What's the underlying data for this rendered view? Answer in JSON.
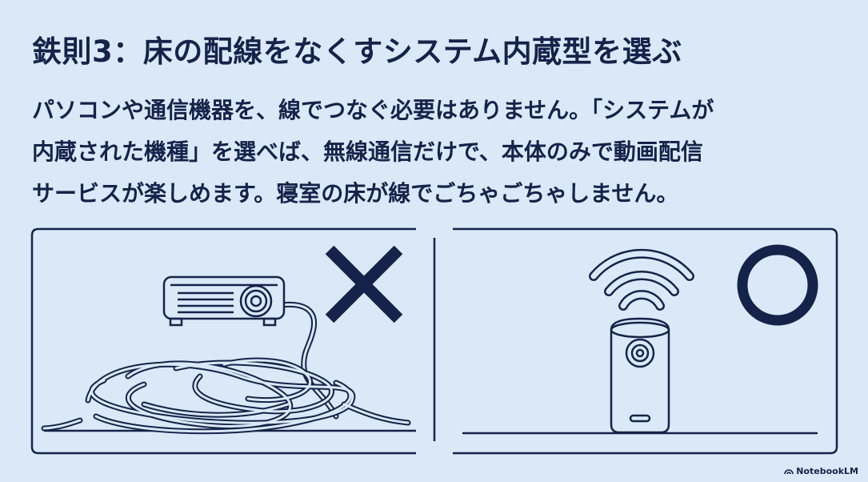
{
  "title": "鉄則3：床の配線をなくすシステム内蔵型を選ぶ",
  "body_lines": [
    "パソコンや通信機器を、線でつなぐ必要はありません。「システムが",
    "内蔵された機種」を選べば、無線通信だけで、本体のみで動画配信",
    "サービスが楽しめます。寝室の床が線でごちゃごちゃしません。"
  ],
  "panels": {
    "bad": {
      "icon": "cross-mark-icon",
      "device": "projector-icon",
      "cable": "tangled-cable-icon"
    },
    "good": {
      "icon": "circle-mark-icon",
      "device": "cylinder-projector-icon",
      "signal": "wifi-icon"
    }
  },
  "brand": {
    "name": "NotebookLM"
  },
  "colors": {
    "background": "#dbe8f7",
    "ink": "#15234a"
  }
}
